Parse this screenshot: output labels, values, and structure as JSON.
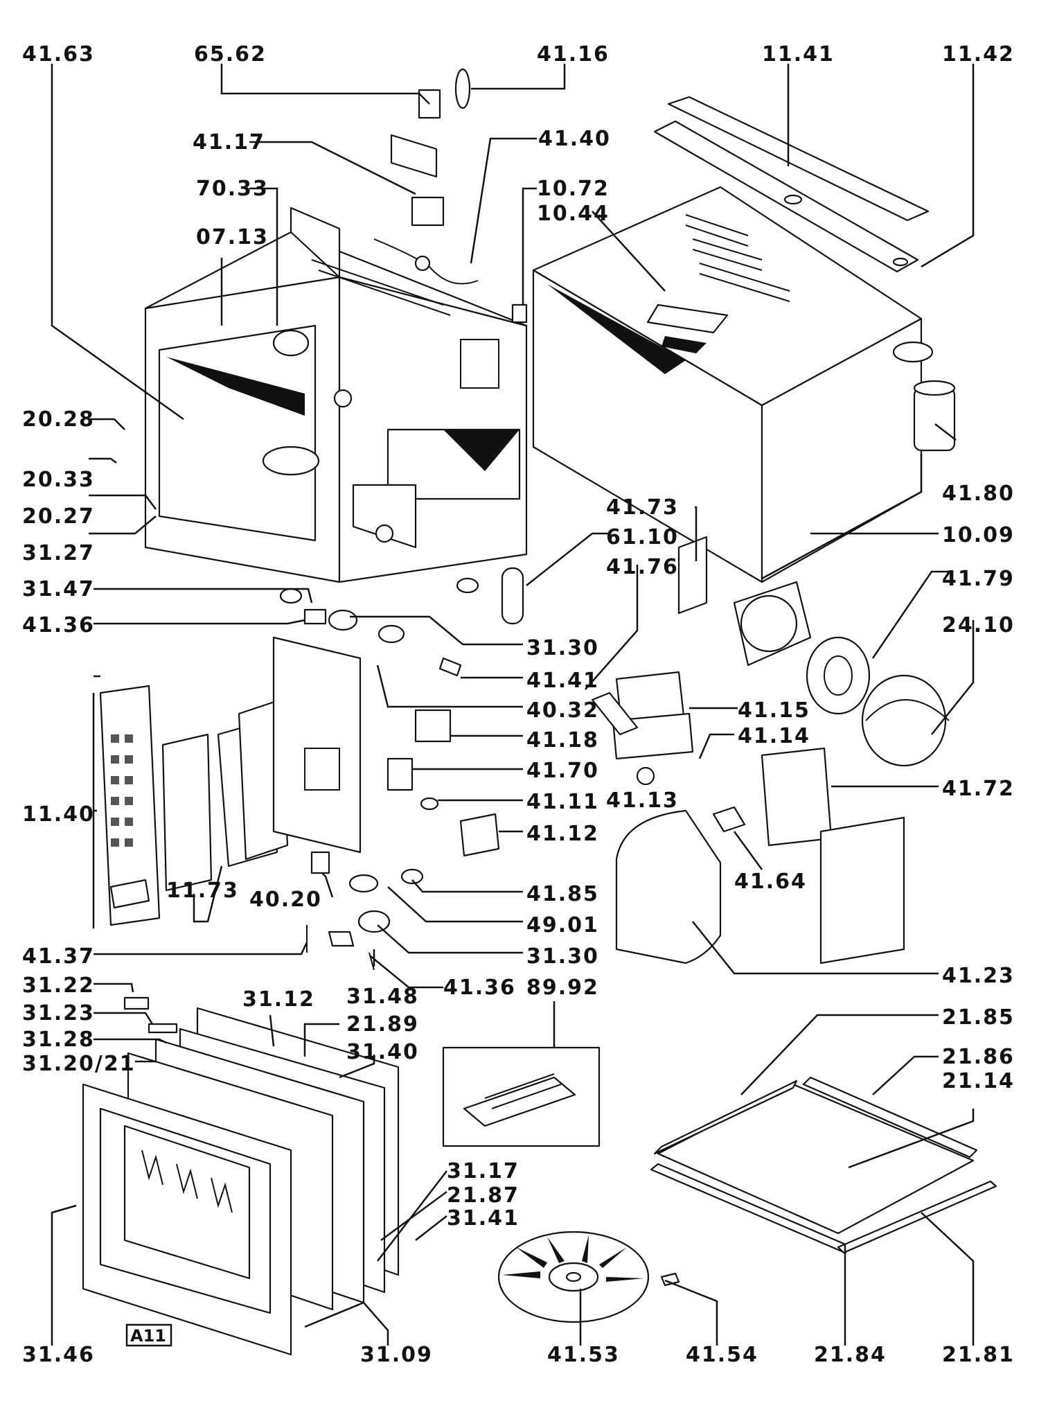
{
  "diagram": {
    "badge": "A11",
    "labels": [
      "41.63",
      "65.62",
      "41.16",
      "11.41",
      "11.42",
      "41.17",
      "41.40",
      "70.33",
      "10.72",
      "10.44",
      "07.13",
      "20.28",
      "20.33",
      "20.27",
      "31.27",
      "41.80",
      "10.09",
      "41.73",
      "61.10",
      "41.76",
      "41.79",
      "24.10",
      "31.47",
      "41.36",
      "31.30",
      "41.41",
      "40.32",
      "41.15",
      "41.14",
      "41.18",
      "41.70",
      "41.13",
      "41.72",
      "41.11",
      "11.40",
      "41.12",
      "11.73",
      "41.64",
      "40.20",
      "41.85",
      "49.01",
      "31.30",
      "41.37",
      "41.23",
      "31.22",
      "31.48",
      "41.36",
      "89.92",
      "31.12",
      "21.89",
      "31.23",
      "31.28",
      "31.20/21",
      "31.40",
      "21.85",
      "21.86",
      "21.14",
      "31.17",
      "21.87",
      "31.41",
      "31.46",
      "31.09",
      "41.53",
      "41.54",
      "21.84",
      "21.81"
    ]
  }
}
